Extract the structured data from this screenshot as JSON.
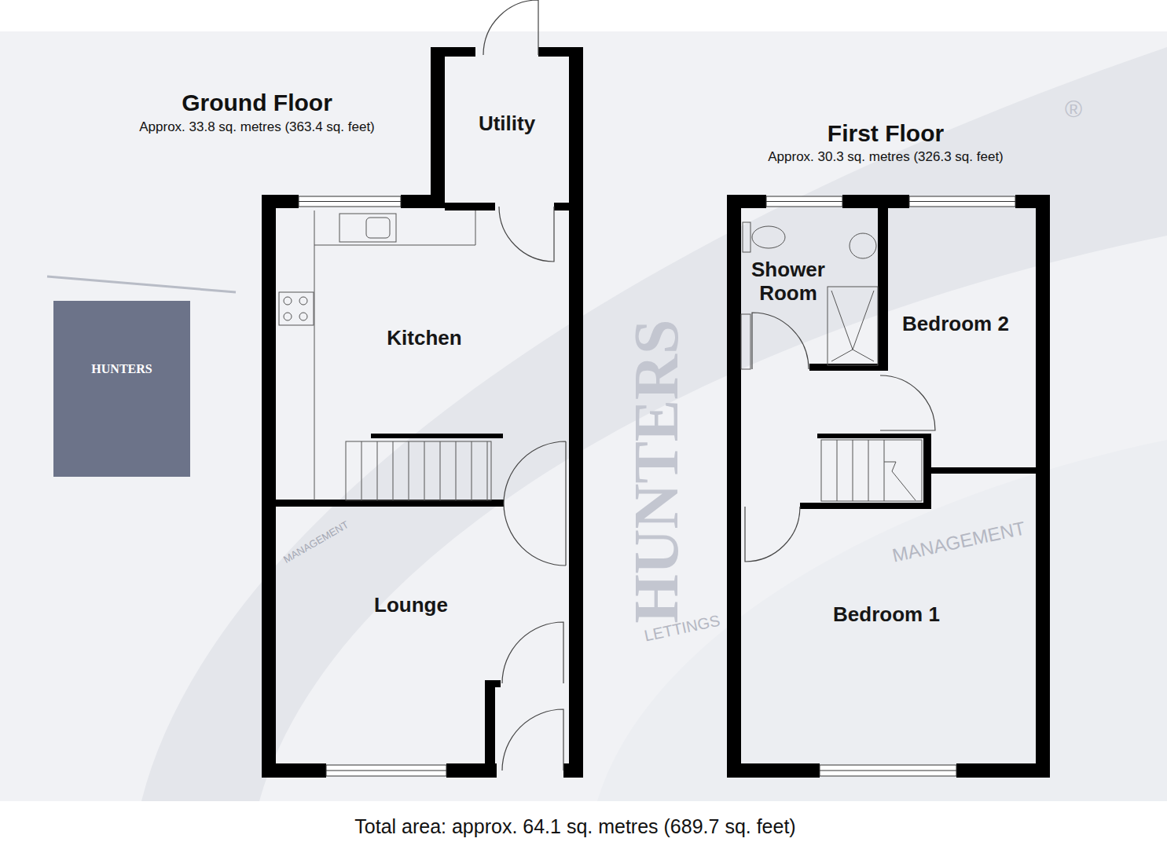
{
  "diagram": {
    "caption": "Total area: approx. 64.1 sq. metres (689.7 sq. feet)",
    "nodes": [
      {
        "text": [
          "Ground Floor",
          "Approx. 33.8 sq. metres (363.4 sq. feet)"
        ]
      },
      {
        "text": [
          "Utility"
        ],
        "in": 0
      },
      {
        "text": [
          "Kitchen"
        ],
        "in": 0
      },
      {
        "text": [
          "Lounge"
        ],
        "in": 0
      },
      {
        "text": [
          "First Floor",
          "Approx. 30.3 sq. metres (326.3 sq. feet)"
        ]
      },
      {
        "text": [
          "Shower Room"
        ],
        "in": 4
      },
      {
        "text": [
          "Bedroom 2"
        ],
        "in": 4
      },
      {
        "text": [
          "Bedroom 1"
        ],
        "in": 4
      }
    ],
    "labels": [
      "HUNTERS",
      "®",
      "HUNTERS",
      "MANAGEMENT",
      "LETTINGS",
      "MANAGEMENT"
    ]
  }
}
